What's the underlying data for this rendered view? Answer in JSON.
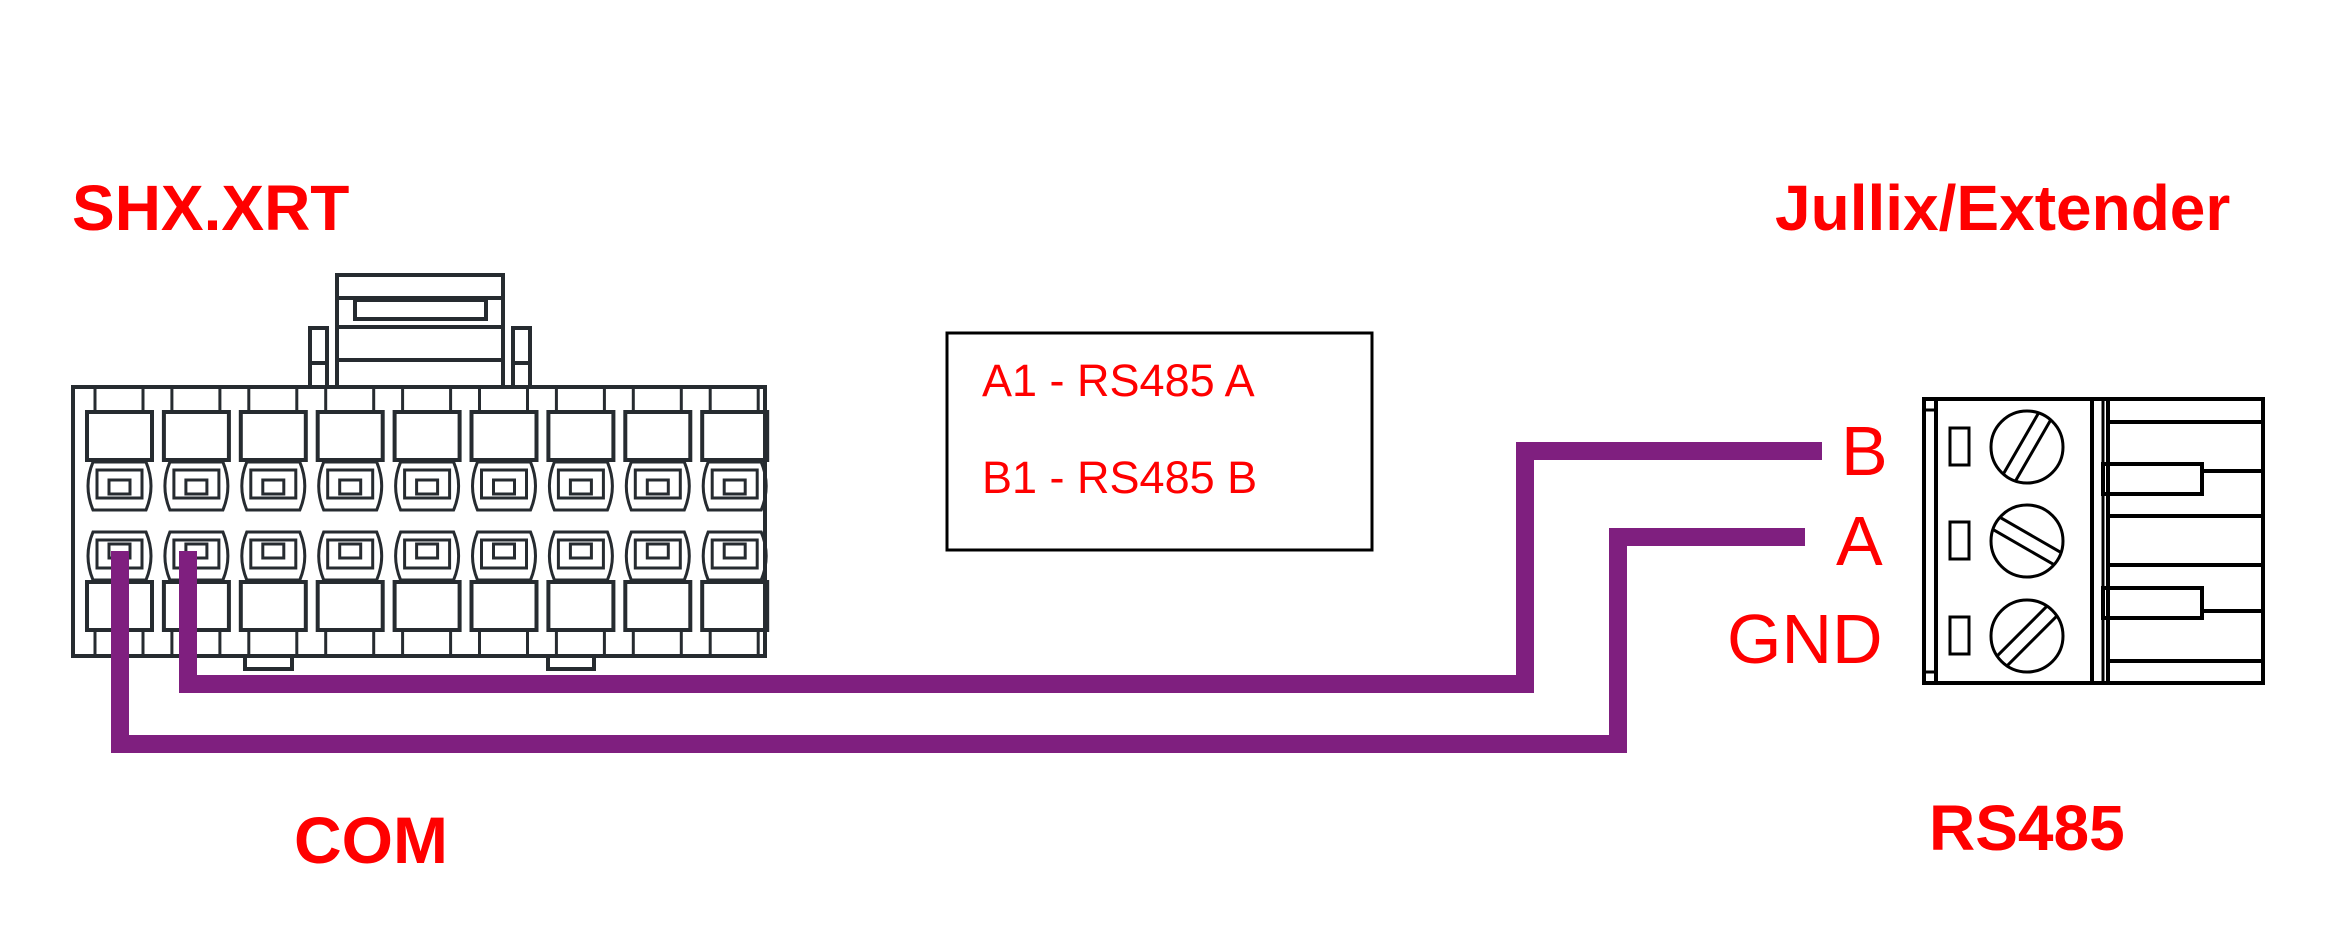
{
  "title_left": "SHX.XRT",
  "title_right": "Jullix/Extender",
  "caption_left": "COM",
  "caption_right": "RS485",
  "legend": {
    "lines": [
      "A1 - RS485 A",
      "B1 - RS485 B"
    ]
  },
  "left_connector": {
    "name": "SHX.XRT COM connector",
    "columns": 9,
    "rows": 2,
    "wired_pins": [
      {
        "pin": "A1",
        "signal": "RS485 A"
      },
      {
        "pin": "B1",
        "signal": "RS485 B"
      }
    ]
  },
  "right_terminal": {
    "name": "RS485 terminal block",
    "terminals": [
      "B",
      "A",
      "GND"
    ]
  },
  "wires": [
    {
      "from": "A1",
      "to": "A",
      "label": "RS485 A"
    },
    {
      "from": "B1",
      "to": "B",
      "label": "RS485 B"
    }
  ],
  "colors": {
    "label": "#ff0000",
    "wire": "#7f1f7f",
    "outline": "#262b30"
  }
}
